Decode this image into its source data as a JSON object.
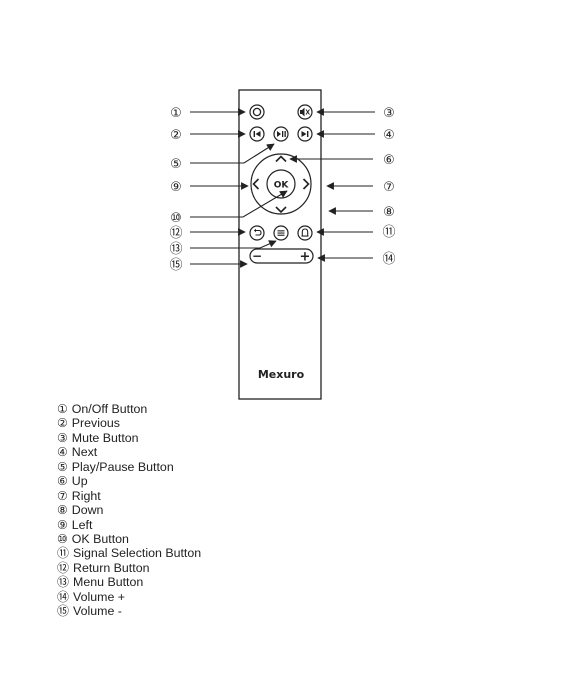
{
  "callout_numbers": [
    "①",
    "②",
    "③",
    "④",
    "⑤",
    "⑥",
    "⑦",
    "⑧",
    "⑨",
    "⑩",
    "⑪",
    "⑫",
    "⑬",
    "⑭",
    "⑮"
  ],
  "remote": {
    "brand": "Mexuro",
    "ok_label": "OK",
    "volume_minus": "−",
    "volume_plus": "+"
  },
  "legend": [
    {
      "num": "①",
      "text": "On/Off Button"
    },
    {
      "num": "②",
      "text": "Previous"
    },
    {
      "num": "③",
      "text": "Mute Button"
    },
    {
      "num": "④",
      "text": "Next"
    },
    {
      "num": "⑤",
      "text": "Play/Pause Button"
    },
    {
      "num": "⑥",
      "text": "Up"
    },
    {
      "num": "⑦",
      "text": "Right"
    },
    {
      "num": "⑧",
      "text": "Down"
    },
    {
      "num": "⑨",
      "text": "Left"
    },
    {
      "num": "⑩",
      "text": "OK Button"
    },
    {
      "num": "⑪",
      "text": "Signal Selection Button"
    },
    {
      "num": "⑫",
      "text": "Return Button"
    },
    {
      "num": "⑬",
      "text": "Menu Button"
    },
    {
      "num": "⑭",
      "text": "Volume +"
    },
    {
      "num": "⑮",
      "text": "Volume -"
    }
  ]
}
